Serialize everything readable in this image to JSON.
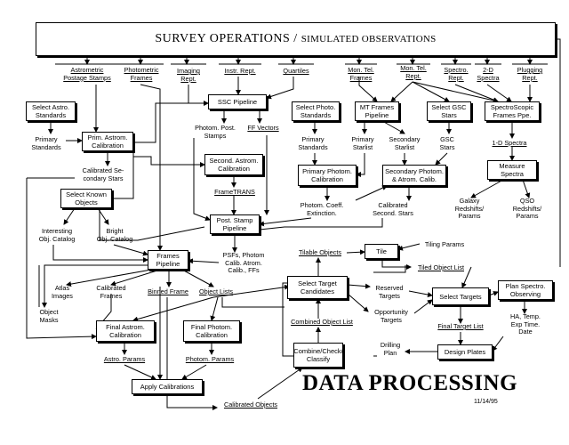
{
  "header": {
    "title_main": "SURVEY OPERATIONS /",
    "title_sub": "SIMULATED OBSERVATIONS"
  },
  "footer": {
    "title": "DATA PROCESSING",
    "date": "11/14/95"
  },
  "top_labels": {
    "astrometric": "Astrometric\nPostage Stamps",
    "photometric": "Photometric\nFrames",
    "imaging": "Imaging\nRept.",
    "instr": "Instr. Rept.",
    "quartiles": "Quartiles",
    "mon_tel_frames": "Mon. Tel.\nFrames",
    "mon_tel_rept": "Mon. Tel.\nRept.",
    "spectro_rept": "Spectro.\nRept.",
    "spectra_2d": "2-D\nSpectra",
    "plugging": "Plugging\nRept."
  },
  "boxes": {
    "select_astro": "Select Astro.\nStandards",
    "ssc_pipeline": "SSC Pipeline",
    "prim_astrom": "Prim. Astrom.\nCalibration",
    "second_astrom": "Second. Astrom.\nCalibration",
    "select_photo": "Select Photo.\nStandards",
    "mt_frames": "MT Frames\nPipeline",
    "select_gsc": "Select GSC\nStars",
    "spectroscopic": "SpectroScopic\nFrames Ppe.",
    "primary_photom": "Primary Photom.\nCalibration",
    "secondary_photom": "Secondary Photom.\n& Atrom. Calib.",
    "measure_spectra": "Measure\nSpectra",
    "select_known": "Select Known\nObjects",
    "post_stamp": "Post. Stamp\nPipeline",
    "frames_pipeline": "Frames\nPipeline",
    "tile": "Tile",
    "select_target_candidates": "Select Target\nCandidates",
    "select_targets": "Select Targets",
    "plan_spectro": "Plan Spectro.\nObserving",
    "final_astrom": "Final Astrom.\nCalibration",
    "final_photom": "Final Photom.\nCalibration",
    "combine": "Combine/Check/\nClassify",
    "design_plates": "Design Plates",
    "apply_calibrations": "Apply Calibrations"
  },
  "labels": {
    "primary_standards": "Primary\nStandards",
    "photom_post_stamps": "Photom. Post.\nStamps",
    "ff_vectors": "FF Vectors",
    "calibrated_secondary": "Calibrated Se-\ncondary Stars",
    "frametrans": "FrameTRANS",
    "primary_standards_photo": "Primary\nStandards",
    "primary_starlist": "Primary\nStarlist",
    "secondary_starlist": "Secondary\nStarlist",
    "gsc_stars": "GSC\nStars",
    "spectra_1d": "1-D Spectra",
    "photom_coeff": "Photom. Coeff.\nExtinction.",
    "calibrated_second": "Calibrated\nSecond. Stars",
    "galaxy_redshifts": "Galaxy\nRedshifts/\nParams",
    "qso_redshifts": "QSO\nRedshifts/\nParams",
    "interesting_obj": "Interesting\nObj. Catalog",
    "bright_obj": "Bright\nObj. Catalog",
    "psfs": "PSFs, Photom\nCalib. Atrom.\nCalib., FFs",
    "tilable_objects": "Tilable Objects",
    "tiling_params": "Tiling Params",
    "tiled_object_list": "Tiled Object List",
    "atlas_images": "Atlas\nImages",
    "calibrated_frames": "Calibrated\nFrames",
    "binned_frame": "Binned Frame",
    "object_lists": "Object Lists",
    "object_masks": "Object\nMasks",
    "reserved_targets": "Reserved\nTargets",
    "opportunity_targets": "Opportunity\nTargets",
    "combined_object_list": "Combined Object List",
    "final_target_list": "Final Target List",
    "ha_temp": "HA, Temp.\nExp Time.\nDate",
    "astro_params": "Astro. Params",
    "photom_params": "Photom. Params",
    "drilling_plan": "Drilling\nPlan",
    "calibrated_objects": "Calibrated Objects"
  }
}
